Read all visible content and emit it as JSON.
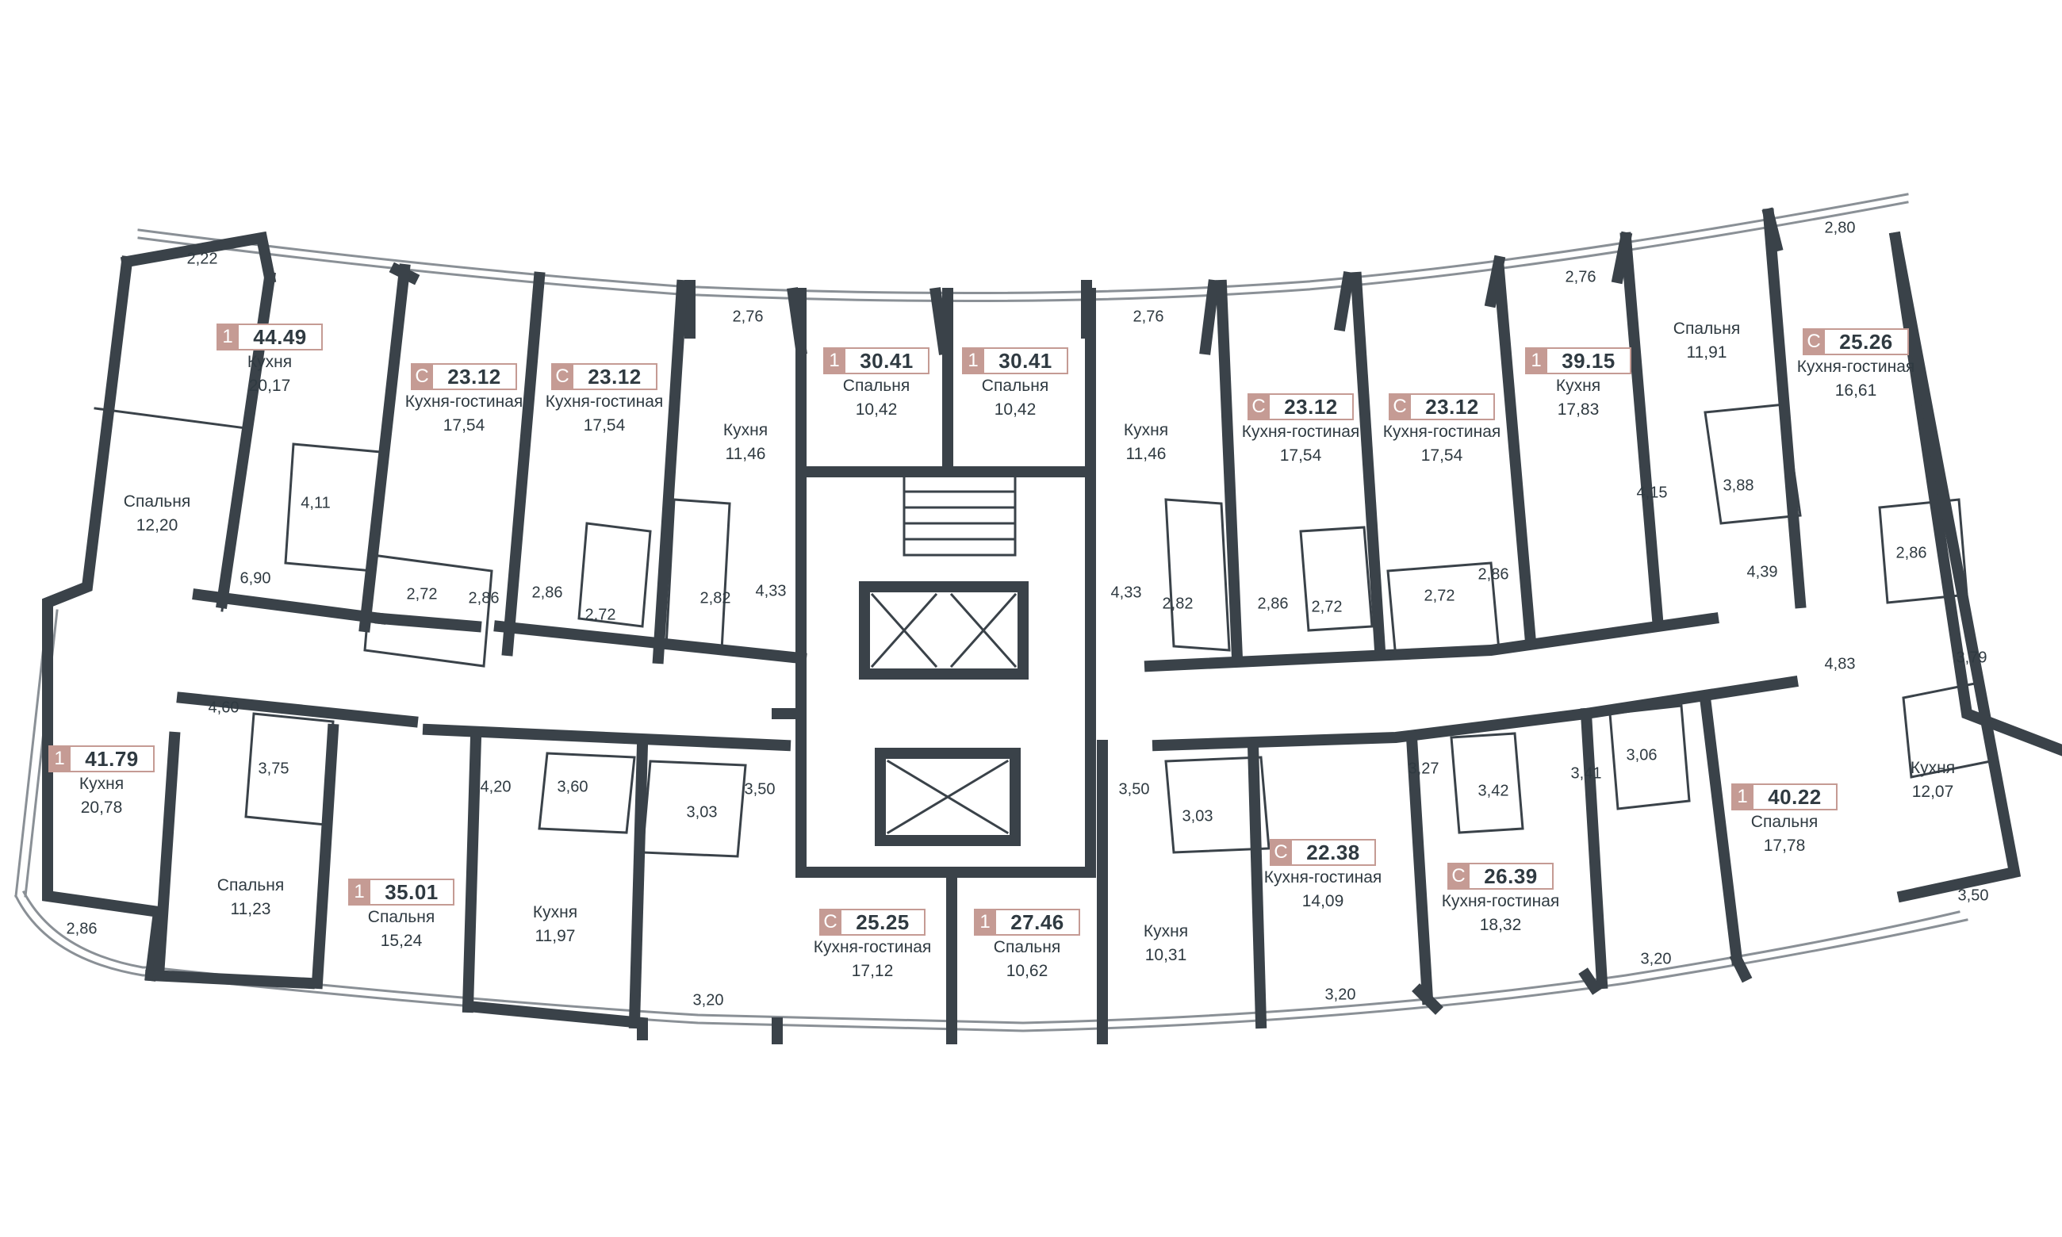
{
  "apartments": [
    {
      "id": "a1",
      "type": "1",
      "area": "44.49",
      "room": "Кухня",
      "room_area": "20,17"
    },
    {
      "id": "a2",
      "type": "С",
      "area": "23.12",
      "room": "Кухня-гостиная",
      "room_area": "17,54"
    },
    {
      "id": "a3",
      "type": "С",
      "area": "23.12",
      "room": "Кухня-гостиная",
      "room_area": "17,54"
    },
    {
      "id": "a4",
      "type": "1",
      "area": "30.41",
      "room": "Спальня",
      "room_area": "10,42"
    },
    {
      "id": "a5",
      "type": "1",
      "area": "30.41",
      "room": "Спальня",
      "room_area": "10,42"
    },
    {
      "id": "a6",
      "type": "С",
      "area": "23.12",
      "room": "Кухня-гостиная",
      "room_area": "17,54"
    },
    {
      "id": "a7",
      "type": "С",
      "area": "23.12",
      "room": "Кухня-гостиная",
      "room_area": "17,54"
    },
    {
      "id": "a8",
      "type": "1",
      "area": "39.15",
      "room": "Кухня",
      "room_area": "17,83"
    },
    {
      "id": "a9",
      "type": "С",
      "area": "25.26",
      "room": "Кухня-гостиная",
      "room_area": "16,61"
    },
    {
      "id": "a10",
      "type": "1",
      "area": "41.79",
      "room": "Кухня",
      "room_area": "20,78"
    },
    {
      "id": "a11",
      "type": "1",
      "area": "35.01",
      "room": "Спальня",
      "room_area": "15,24"
    },
    {
      "id": "a12",
      "type": "С",
      "area": "25.25",
      "room": "Кухня-гостиная",
      "room_area": "17,12"
    },
    {
      "id": "a13",
      "type": "1",
      "area": "27.46",
      "room": "Спальня",
      "room_area": "10,62"
    },
    {
      "id": "a14",
      "type": "С",
      "area": "22.38",
      "room": "Кухня-гостиная",
      "room_area": "14,09"
    },
    {
      "id": "a15",
      "type": "С",
      "area": "26.39",
      "room": "Кухня-гостиная",
      "room_area": "18,32"
    },
    {
      "id": "a16",
      "type": "1",
      "area": "40.22",
      "room": "Спальня",
      "room_area": "17,78"
    }
  ],
  "rooms": [
    {
      "id": "r1",
      "name": "Спальня",
      "area": "12,20"
    },
    {
      "id": "r2",
      "name": "Кухня",
      "area": "11,46"
    },
    {
      "id": "r3",
      "name": "Кухня",
      "area": "11,46"
    },
    {
      "id": "r4",
      "name": "Спальня",
      "area": "11,91"
    },
    {
      "id": "r5",
      "name": "Спальня",
      "area": "11,23"
    },
    {
      "id": "r6",
      "name": "Кухня",
      "area": "11,97"
    },
    {
      "id": "r7",
      "name": "Кухня",
      "area": "10,31"
    },
    {
      "id": "r8",
      "name": "Кухня",
      "area": "12,07"
    }
  ],
  "measures": [
    {
      "id": "m1",
      "value": "2,22"
    },
    {
      "id": "m2",
      "value": "4,11"
    },
    {
      "id": "m3",
      "value": "6,90"
    },
    {
      "id": "m4",
      "value": "2,72"
    },
    {
      "id": "m5",
      "value": "2,86"
    },
    {
      "id": "m6",
      "value": "2,86"
    },
    {
      "id": "m7",
      "value": "2,72"
    },
    {
      "id": "m8",
      "value": "2,76"
    },
    {
      "id": "m9",
      "value": "2,82"
    },
    {
      "id": "m10",
      "value": "4,33"
    },
    {
      "id": "m11",
      "value": "2,76"
    },
    {
      "id": "m12",
      "value": "4,33"
    },
    {
      "id": "m13",
      "value": "2,82"
    },
    {
      "id": "m14",
      "value": "2,86"
    },
    {
      "id": "m15",
      "value": "2,72"
    },
    {
      "id": "m16",
      "value": "2,72"
    },
    {
      "id": "m17",
      "value": "2,86"
    },
    {
      "id": "m18",
      "value": "2,76"
    },
    {
      "id": "m19",
      "value": "4,15"
    },
    {
      "id": "m20",
      "value": "3,88"
    },
    {
      "id": "m21",
      "value": "2,80"
    },
    {
      "id": "m22",
      "value": "4,39"
    },
    {
      "id": "m23",
      "value": "2,86"
    },
    {
      "id": "m24",
      "value": "4,60"
    },
    {
      "id": "m25",
      "value": "3,75"
    },
    {
      "id": "m26",
      "value": "2,86"
    },
    {
      "id": "m27",
      "value": "4,20"
    },
    {
      "id": "m28",
      "value": "3,60"
    },
    {
      "id": "m29",
      "value": "3,50"
    },
    {
      "id": "m30",
      "value": "3,03"
    },
    {
      "id": "m31",
      "value": "3,20"
    },
    {
      "id": "m32",
      "value": "3,50"
    },
    {
      "id": "m33",
      "value": "3,03"
    },
    {
      "id": "m34",
      "value": "3,27"
    },
    {
      "id": "m35",
      "value": "3,42"
    },
    {
      "id": "m36",
      "value": "3,20"
    },
    {
      "id": "m37",
      "value": "3,41"
    },
    {
      "id": "m38",
      "value": "3,06"
    },
    {
      "id": "m39",
      "value": "3,20"
    },
    {
      "id": "m40",
      "value": "4,83"
    },
    {
      "id": "m41",
      "value": "3,79"
    },
    {
      "id": "m42",
      "value": "3,50"
    }
  ],
  "colors": {
    "wall": "#3a4249",
    "thin": "#8a9096",
    "accent": "#c59b94",
    "text": "#2f3a41"
  }
}
